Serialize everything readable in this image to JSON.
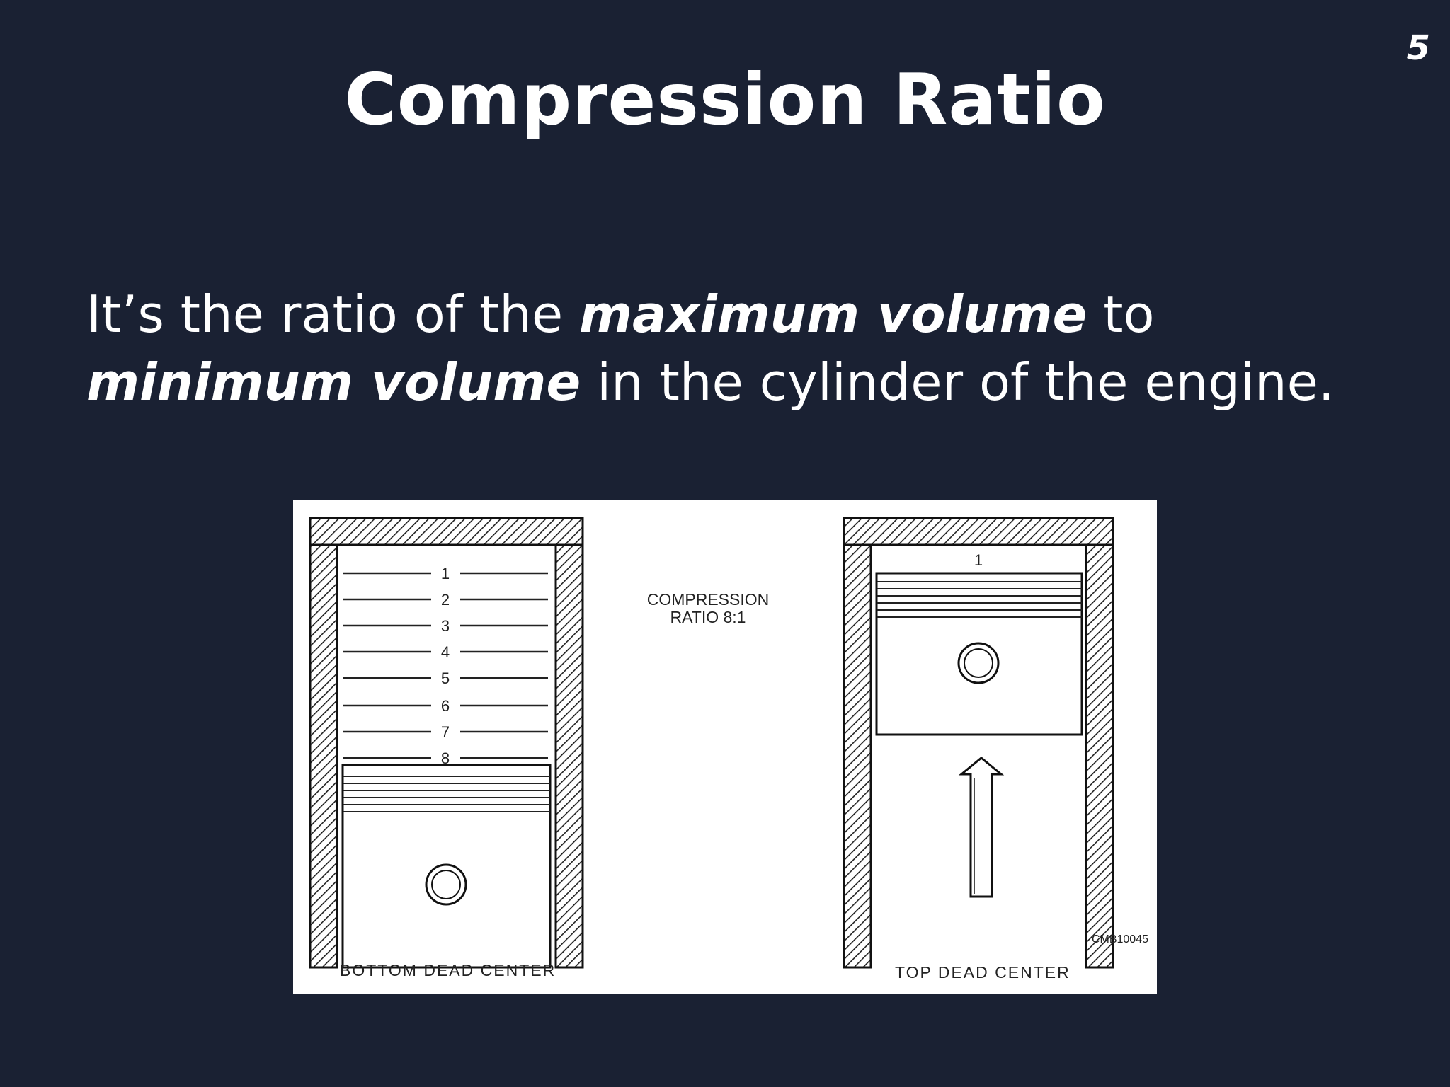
{
  "slide": {
    "number": "5"
  },
  "title": "Compression Ratio",
  "body": {
    "p1": "It’s the ratio of the ",
    "em1": "maximum volume",
    "p2": " to ",
    "em2": "minimum volume",
    "p3": " in the cylinder of the engine."
  },
  "figure": {
    "caption_compression_line1": "COMPRESSION",
    "caption_compression_line2": "RATIO 8:1",
    "label_left": "BOTTOM DEAD CENTER",
    "label_right": "TOP DEAD CENTER",
    "code": "CMB10045",
    "tdc_marker": "1",
    "bdc_markers": [
      "1",
      "2",
      "3",
      "4",
      "5",
      "6",
      "7",
      "8"
    ]
  }
}
